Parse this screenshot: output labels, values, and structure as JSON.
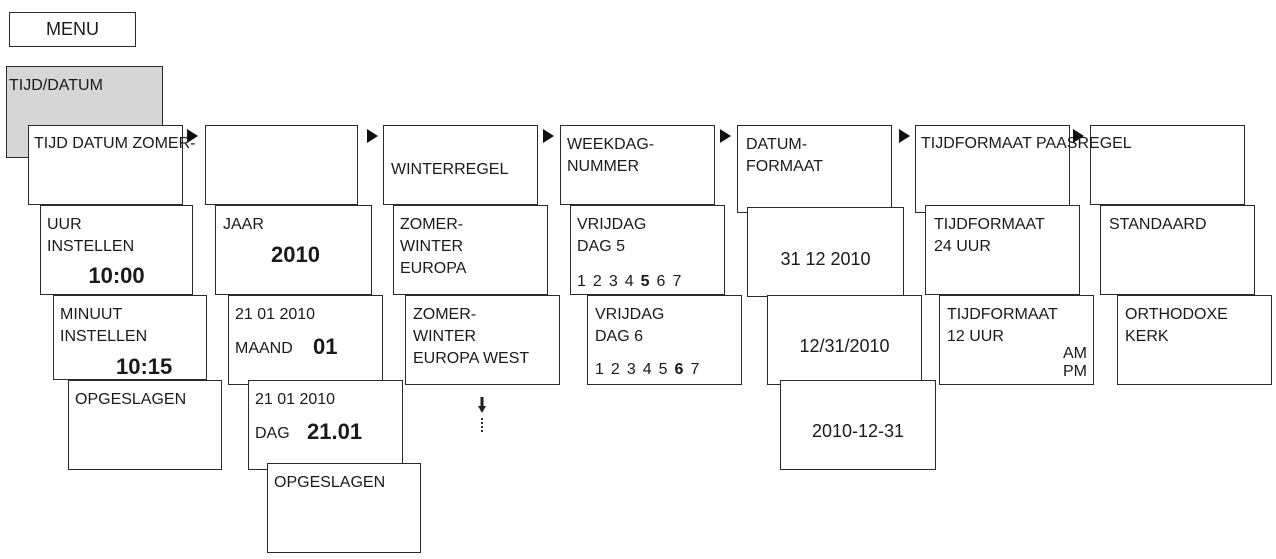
{
  "menu_label": "MENU",
  "tab_label": "TIJD/DATUM",
  "col1": {
    "header": "TIJD DATUM ZOMER-",
    "uur": {
      "line1": "UUR",
      "line2": "INSTELLEN",
      "value": "10:00"
    },
    "minuut": {
      "line1": "MINUUT",
      "line2": "INSTELLEN",
      "value": "10:15"
    },
    "saved": "OPGESLAGEN"
  },
  "col2": {
    "jaar": {
      "label": "JAAR",
      "value": "2010"
    },
    "maand": {
      "date": "21 01 2010",
      "label": "MAAND",
      "value": "01"
    },
    "dag": {
      "date": "21 01 2010",
      "label": "DAG",
      "value": "21.01"
    },
    "saved": "OPGESLAGEN"
  },
  "col3": {
    "header": "WINTERREGEL",
    "opt1": {
      "line1": "ZOMER-",
      "line2": "WINTER",
      "line3": "EUROPA"
    },
    "opt2": {
      "line1": "ZOMER-",
      "line2": "WINTER",
      "line3": "EUROPA WEST"
    }
  },
  "col4": {
    "header": {
      "line1": "WEEKDAG-",
      "line2": "NUMMER"
    },
    "opt1": {
      "line1": "VRIJDAG",
      "line2": "DAG 5",
      "days": [
        "1",
        "2",
        "3",
        "4",
        "5",
        "6",
        "7"
      ],
      "highlight": 5
    },
    "opt2": {
      "line1": "VRIJDAG",
      "line2": "DAG 6",
      "days": [
        "1",
        "2",
        "3",
        "4",
        "5",
        "6",
        "7"
      ],
      "highlight": 6
    }
  },
  "col5": {
    "header": {
      "line1": "DATUM-",
      "line2": "FORMAAT"
    },
    "opt1": "31 12 2010",
    "opt2": "12/31/2010",
    "opt3": "2010-12-31"
  },
  "col6": {
    "header": "TIJDFORMAAT PAASREGEL",
    "opt1": {
      "line1": "TIJDFORMAAT",
      "line2": "24 UUR"
    },
    "opt2": {
      "line1": "TIJDFORMAAT",
      "line2": "12 UUR",
      "am": "AM",
      "pm": "PM"
    }
  },
  "col7": {
    "opt1": "STANDAARD",
    "opt2": {
      "line1": "ORTHODOXE",
      "line2": "KERK"
    }
  }
}
